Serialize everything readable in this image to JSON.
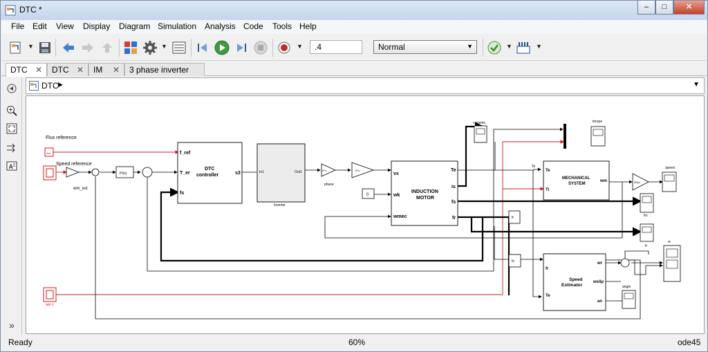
{
  "window": {
    "title": "DTC *"
  },
  "menu": [
    "File",
    "Edit",
    "View",
    "Display",
    "Diagram",
    "Simulation",
    "Analysis",
    "Code",
    "Tools",
    "Help"
  ],
  "toolbar": {
    "stop_time": ".4",
    "sim_mode": "Normal"
  },
  "tabs": [
    "DTC",
    "DTC",
    "IM",
    "3 phase inverter"
  ],
  "address": {
    "path": "DTC"
  },
  "status": {
    "left": "Ready",
    "zoom": "60%",
    "solver": "ode45"
  },
  "diagram": {
    "labels": {
      "flux_reference": "Flux reference",
      "speed_reference": "Speed reference",
      "wm_est": "wm_est",
      "wm1": "wm 1",
      "flux_const": "fies",
      "pi": "PI(s)",
      "phase": "phase",
      "k_gain": "K*u",
      "zero": "0",
      "inverter": "Inverter",
      "inverter_in": "In1",
      "inverter_out": "Out1",
      "currents": "currents",
      "torque": "torque",
      "speed": "speed",
      "frs": "frs",
      "fr_scope": "fr",
      "w_scope": "w",
      "angle": "angle",
      "te_small": "Te",
      "fr_block": "fr",
      "fs_block": "fs",
      "gain_30pi": "30/pi",
      "fs2": "fs"
    },
    "dtc": {
      "title1": "DTC",
      "title2": "controller",
      "ports_in": [
        "f_ref",
        "T_er",
        "fs"
      ],
      "port_out": "s3"
    },
    "motor": {
      "title1": "INDUCTION",
      "title2": "MOTOR",
      "ports_in": [
        "vs",
        "wk",
        "wmec"
      ],
      "ports_out": [
        "Te",
        "is",
        "fs",
        "fr"
      ]
    },
    "mech": {
      "title1": "MECHANICAL",
      "title2": "SYSTEM",
      "ports_in": [
        "Te",
        "Tl"
      ],
      "port_out": "wm"
    },
    "estimator": {
      "title1": "Speed",
      "title2": "Estimator",
      "ports_in": [
        "fr",
        "Te"
      ],
      "ports_out": [
        "wr",
        "wslip",
        "an"
      ]
    }
  }
}
